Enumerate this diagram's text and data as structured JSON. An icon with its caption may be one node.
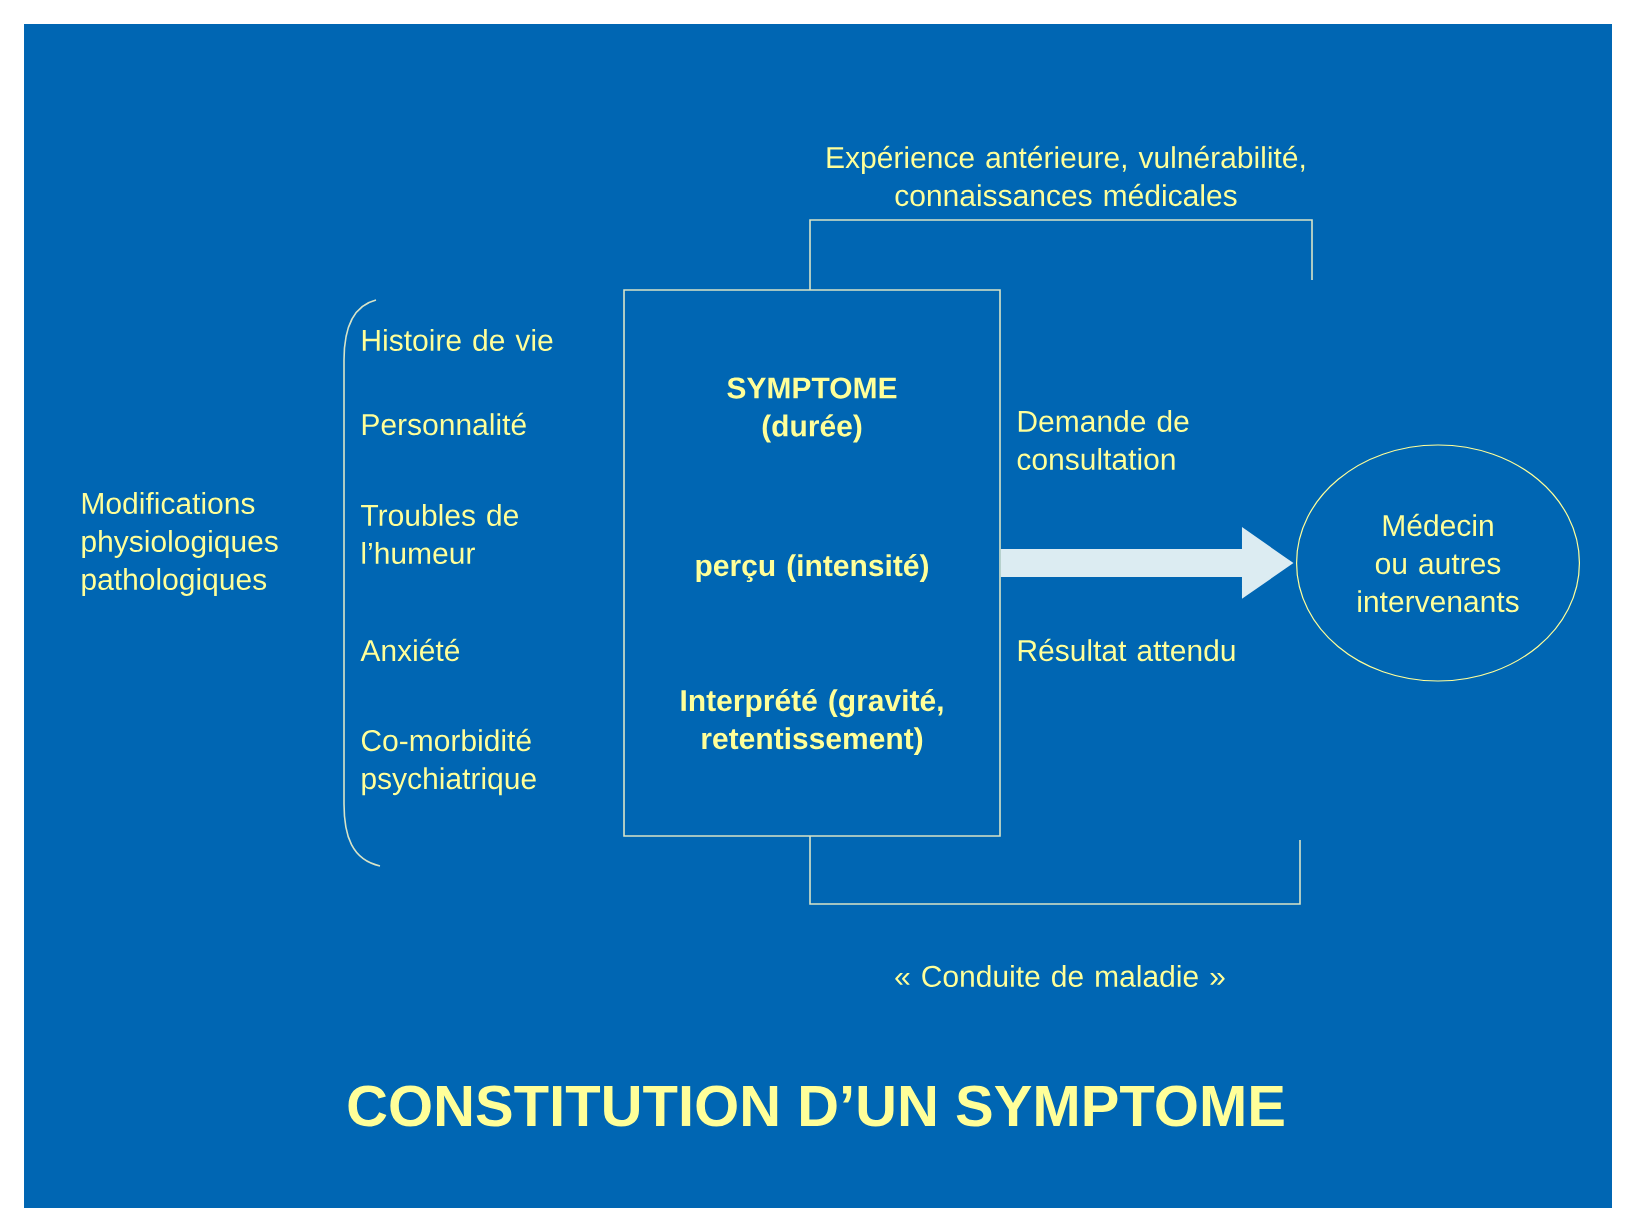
{
  "diagram": {
    "title": "CONSTITUTION D’UN SYMPTOME",
    "nodes": [
      {
        "text": [
          "SYMPTOME (durée)",
          "perçu (intensité)",
          "Interprété (gravité, retentissement)"
        ]
      },
      {
        "text": [
          "Médecin ou autres intervenants"
        ]
      }
    ],
    "edges": [
      {
        "from": 0,
        "to": 1,
        "arrow": "to"
      }
    ],
    "labels": [
      "Expérience antérieure, vulnérabilité, connaissances médicales",
      "Modifications physiologiques pathologiques",
      "Histoire de vie",
      "Personnalité",
      "Troubles de l’humeur",
      "Anxiété",
      "Co-morbidité psychiatrique",
      "Demande de consultation",
      "Résultat attendu",
      "« Conduite de maladie »"
    ]
  }
}
